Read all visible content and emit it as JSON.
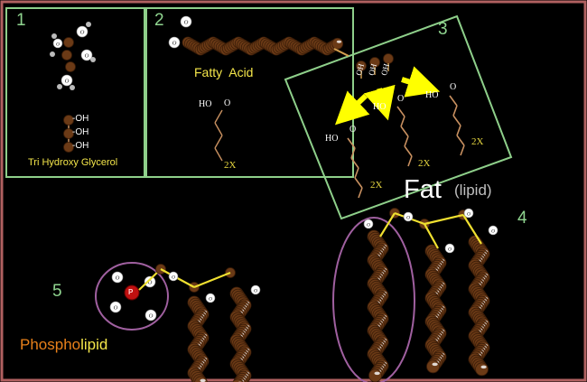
{
  "panels": [
    {
      "number": "1",
      "caption": "Tri Hydroxy Glycerol",
      "glycerol_groups": [
        "-OH",
        "-OH",
        "-OH"
      ],
      "atom_label": "O"
    },
    {
      "number": "2",
      "caption": "Fatty Acid",
      "acid_group": {
        "ho": "HO",
        "o": "O"
      },
      "multiplier": "2X"
    },
    {
      "number": "3",
      "oh_labels": [
        "OH",
        "OH",
        "OH"
      ],
      "acid_groups": [
        {
          "ho": "HO",
          "o": "O"
        },
        {
          "ho": "HO",
          "o": "O"
        },
        {
          "ho": "HO",
          "o": "O"
        }
      ],
      "multipliers": [
        "2X",
        "2X",
        "2X"
      ]
    },
    {
      "number": "4",
      "title": "Fat",
      "subtitle": "(lipid)"
    },
    {
      "number": "5",
      "title_part1": "Phospho",
      "title_part2": "lipid",
      "phosphate_label": "P"
    }
  ],
  "colors": {
    "background": "#000000",
    "border": "#b06060",
    "panel_border": "#8ecf8a",
    "number": "#8fd48f",
    "fatty_acid_label": "#f4e64a",
    "chain": "#6b3a16",
    "bond": "#f0e030",
    "arrow": "#ffff00",
    "phospho": "#e8801a",
    "lipid": "#f4e64a",
    "circle": "#a060a0",
    "fat": "#ffffff",
    "lipid_sub": "#bfbfbf",
    "multiplier": "#e8d840"
  }
}
